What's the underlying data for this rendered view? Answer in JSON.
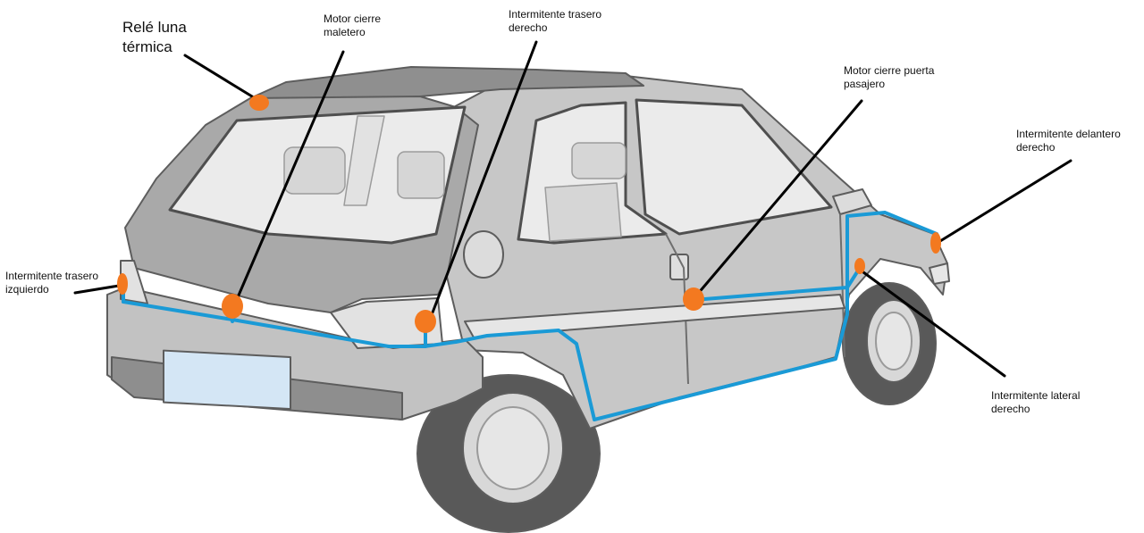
{
  "colors": {
    "wire": "#1a9ad6",
    "component": "#f37920",
    "leader": "#000000",
    "body": "#c9c9c9",
    "body_dark": "#6f6f6f",
    "glass": "#eeeeee"
  },
  "labels": {
    "rele_luna": [
      "Relé luna",
      "térmica"
    ],
    "motor_maletero": [
      "Motor cierre",
      "maletero"
    ],
    "intermitente_trasero_derecho": [
      "Intermitente trasero",
      "derecho"
    ],
    "motor_puerta": [
      "Motor cierre puerta",
      "pasajero"
    ],
    "intermitente_delantero_derecho": [
      "Intermitente delantero",
      "derecho"
    ],
    "intermitente_trasero_izquierdo": [
      "Intermitente trasero",
      "izquierdo"
    ],
    "intermitente_lateral_derecho": [
      "Intermitente lateral",
      "derecho"
    ]
  }
}
